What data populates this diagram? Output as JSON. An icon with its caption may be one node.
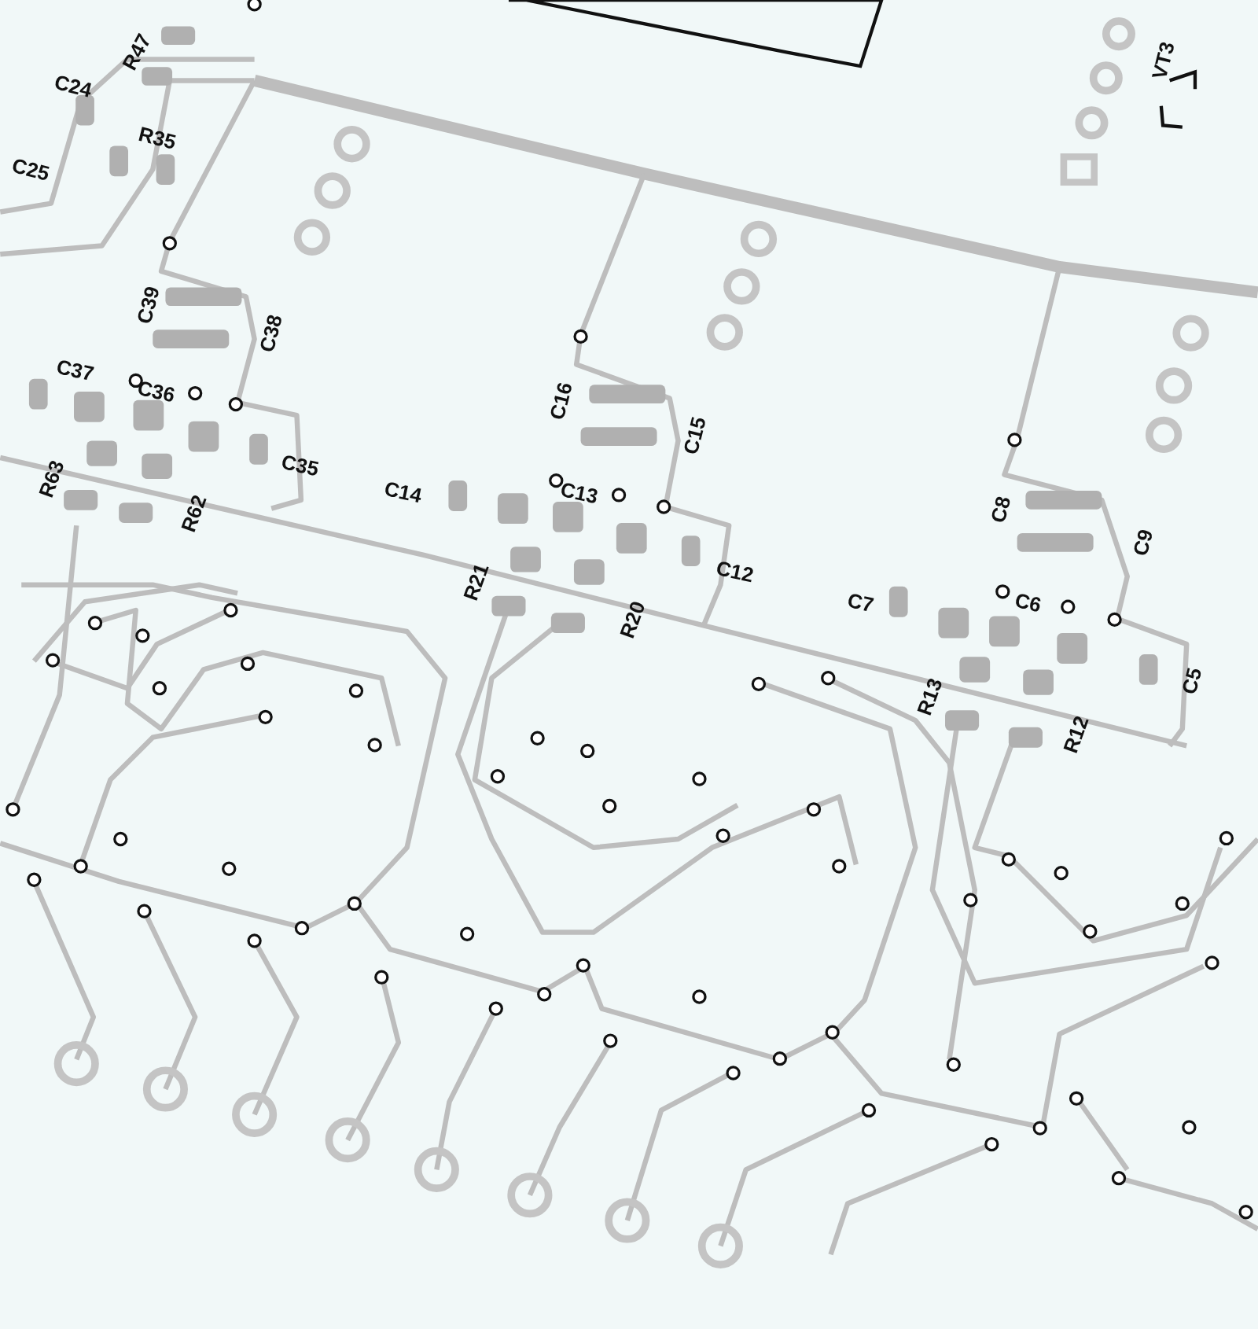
{
  "diagram": {
    "labels": [
      "R47",
      "C24",
      "R35",
      "C25",
      "C39",
      "C38",
      "C37",
      "C36",
      "C35",
      "R63",
      "R62",
      "C14",
      "C13",
      "C16",
      "C15",
      "R21",
      "R20",
      "C12",
      "C8",
      "C9",
      "C7",
      "C6",
      "C5",
      "R13",
      "R12",
      "VT3"
    ]
  }
}
